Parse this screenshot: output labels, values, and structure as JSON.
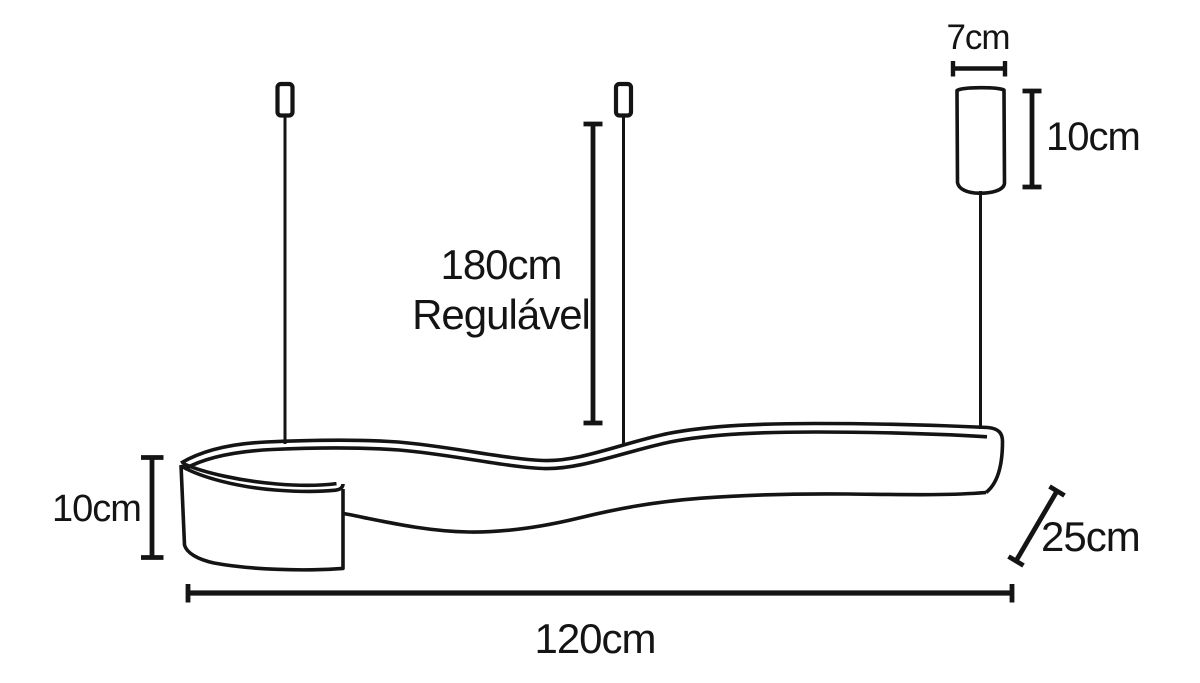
{
  "diagram": {
    "name": "pendant-lamp-dimension-diagram",
    "background_color": "#ffffff",
    "line_color": "#141414",
    "labels": {
      "canopy_width": "7cm",
      "canopy_height": "10cm",
      "suspension_length": "180cm",
      "suspension_note": "Regulável",
      "body_height": "10cm",
      "body_depth": "25cm",
      "body_length": "120cm"
    }
  }
}
